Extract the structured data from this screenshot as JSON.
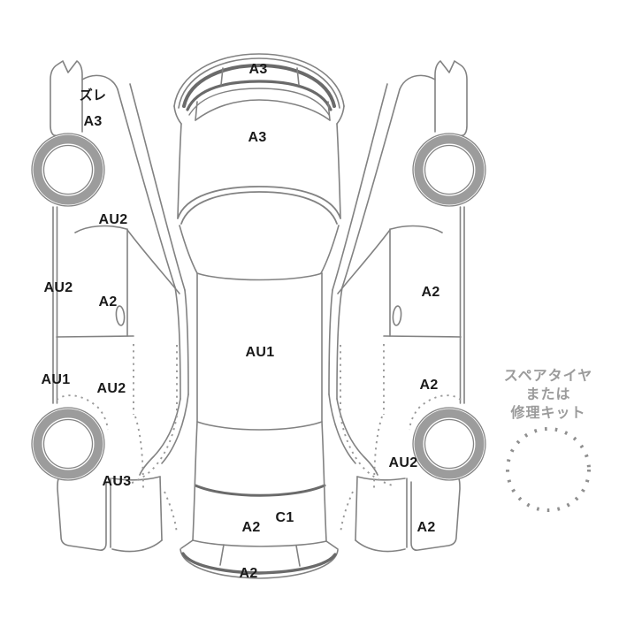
{
  "diagram": {
    "title": "vehicle-damage-expanded-view",
    "damage_labels": [
      {
        "id": "front-left-misalignment",
        "text": "ズレ"
      },
      {
        "id": "left-front-fender",
        "text": "A3"
      },
      {
        "id": "front-bumper",
        "text": "A3"
      },
      {
        "id": "hood",
        "text": "A3"
      },
      {
        "id": "left-fender-rear-edge",
        "text": "AU2"
      },
      {
        "id": "left-sill-front",
        "text": "AU2"
      },
      {
        "id": "left-front-door",
        "text": "A2"
      },
      {
        "id": "left-sill-rear",
        "text": "AU1"
      },
      {
        "id": "left-rear-door",
        "text": "AU2"
      },
      {
        "id": "roof",
        "text": "AU1"
      },
      {
        "id": "left-quarter-panel",
        "text": "AU3"
      },
      {
        "id": "trunk-left",
        "text": "A2"
      },
      {
        "id": "trunk-right",
        "text": "C1"
      },
      {
        "id": "rear-bumper",
        "text": "A2"
      },
      {
        "id": "right-front-door",
        "text": "A2"
      },
      {
        "id": "right-rear-door",
        "text": "A2"
      },
      {
        "id": "right-quarter-panel",
        "text": "AU2"
      },
      {
        "id": "right-rear-bumper",
        "text": "A2"
      }
    ],
    "note": {
      "line1": "スペアタイヤ",
      "line2": "または",
      "line3": "修理キット"
    },
    "colors": {
      "line": "#828282",
      "line_dark": "#6a6a6a",
      "wheel_ring": "#9c9c9c",
      "dotted": "#9a9a9a",
      "label_text": "#1a1a1a",
      "note_text": "#9b9b9b",
      "background": "#ffffff"
    }
  }
}
